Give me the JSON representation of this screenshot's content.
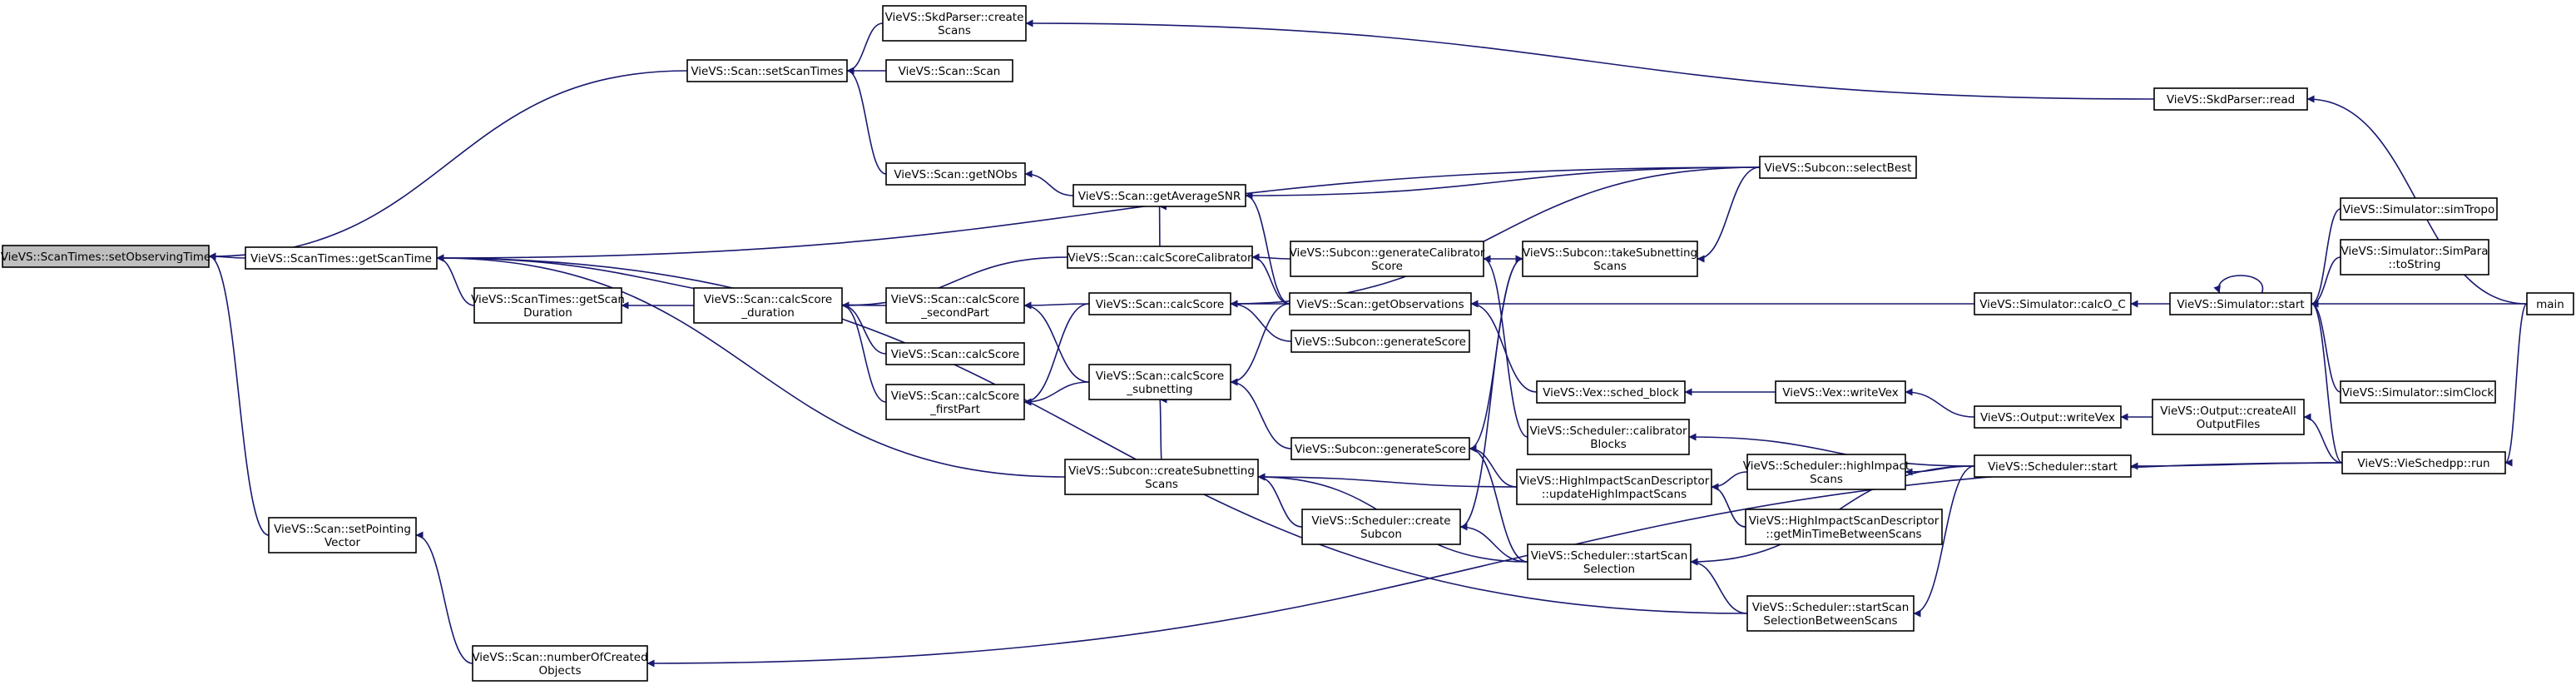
{
  "nodes": [
    {
      "id": "setObservingTime",
      "lines": [
        "VieVS::ScanTimes::setObservingTime"
      ],
      "root": true
    },
    {
      "id": "getScanTime",
      "lines": [
        "VieVS::ScanTimes::getScanTime"
      ]
    },
    {
      "id": "setScanTimes",
      "lines": [
        "VieVS::Scan::setScanTimes"
      ]
    },
    {
      "id": "setPointingVector",
      "lines": [
        "VieVS::Scan::setPointing",
        "Vector"
      ]
    },
    {
      "id": "skdCreateScans",
      "lines": [
        "VieVS::SkdParser::create",
        "Scans"
      ]
    },
    {
      "id": "scanScan",
      "lines": [
        "VieVS::Scan::Scan"
      ]
    },
    {
      "id": "skdRead",
      "lines": [
        "VieVS::SkdParser::read"
      ]
    },
    {
      "id": "getNObs",
      "lines": [
        "VieVS::Scan::getNObs"
      ]
    },
    {
      "id": "getAverageSNR",
      "lines": [
        "VieVS::Scan::getAverageSNR"
      ]
    },
    {
      "id": "selectBest",
      "lines": [
        "VieVS::Subcon::selectBest"
      ]
    },
    {
      "id": "calcScoreCalibrator",
      "lines": [
        "VieVS::Scan::calcScoreCalibrator"
      ]
    },
    {
      "id": "genCalibScore",
      "lines": [
        "VieVS::Subcon::generateCalibrator",
        "Score"
      ]
    },
    {
      "id": "takeSubnetting",
      "lines": [
        "VieVS::Subcon::takeSubnetting",
        "Scans"
      ]
    },
    {
      "id": "calcScoreSecond",
      "lines": [
        "VieVS::Scan::calcScore",
        "_secondPart"
      ]
    },
    {
      "id": "calcScoreMain",
      "lines": [
        "VieVS::Scan::calcScore"
      ]
    },
    {
      "id": "getObservations",
      "lines": [
        "VieVS::Scan::getObservations"
      ]
    },
    {
      "id": "simCalcOC",
      "lines": [
        "VieVS::Simulator::calcO_C"
      ]
    },
    {
      "id": "simStart",
      "lines": [
        "VieVS::Simulator::start"
      ]
    },
    {
      "id": "simTropo",
      "lines": [
        "VieVS::Simulator::simTropo"
      ]
    },
    {
      "id": "simParaToString",
      "lines": [
        "VieVS::Simulator::SimPara",
        "::toString"
      ]
    },
    {
      "id": "mainFn",
      "lines": [
        "main"
      ]
    },
    {
      "id": "getScanDuration",
      "lines": [
        "VieVS::ScanTimes::getScan",
        "Duration"
      ]
    },
    {
      "id": "calcScoreDuration",
      "lines": [
        "VieVS::Scan::calcScore",
        "_duration"
      ]
    },
    {
      "id": "calcScoreLow",
      "lines": [
        "VieVS::Scan::calcScore"
      ]
    },
    {
      "id": "subGenScore",
      "lines": [
        "VieVS::Subcon::generateScore"
      ]
    },
    {
      "id": "vexSchedBlock",
      "lines": [
        "VieVS::Vex::sched_block"
      ]
    },
    {
      "id": "vexWriteVex",
      "lines": [
        "VieVS::Vex::writeVex"
      ]
    },
    {
      "id": "simClock",
      "lines": [
        "VieVS::Simulator::simClock"
      ]
    },
    {
      "id": "calcScoreFirst",
      "lines": [
        "VieVS::Scan::calcScore",
        "_firstPart"
      ]
    },
    {
      "id": "calcScoreSubnet",
      "lines": [
        "VieVS::Scan::calcScore",
        "_subnetting"
      ]
    },
    {
      "id": "schedCalibBlocks",
      "lines": [
        "VieVS::Scheduler::calibrator",
        "Blocks"
      ]
    },
    {
      "id": "outputWriteVex",
      "lines": [
        "VieVS::Output::writeVex"
      ]
    },
    {
      "id": "outputCreateAll",
      "lines": [
        "VieVS::Output::createAll",
        "OutputFiles"
      ]
    },
    {
      "id": "vieSchedRun",
      "lines": [
        "VieVS::VieSchedpp::run"
      ]
    },
    {
      "id": "subGenScore2",
      "lines": [
        "VieVS::Subcon::generateScore"
      ]
    },
    {
      "id": "schedHighImpact",
      "lines": [
        "VieVS::Scheduler::highImpact",
        "Scans"
      ]
    },
    {
      "id": "schedStart",
      "lines": [
        "VieVS::Scheduler::start"
      ]
    },
    {
      "id": "createSubnetting",
      "lines": [
        "VieVS::Subcon::createSubnetting",
        "Scans"
      ]
    },
    {
      "id": "updateHighImpact",
      "lines": [
        "VieVS::HighImpactScanDescriptor",
        "::updateHighImpactScans"
      ]
    },
    {
      "id": "getMinTime",
      "lines": [
        "VieVS::HighImpactScanDescriptor",
        "::getMinTimeBetweenScans"
      ]
    },
    {
      "id": "createSubcon",
      "lines": [
        "VieVS::Scheduler::create",
        "Subcon"
      ]
    },
    {
      "id": "startScanSel",
      "lines": [
        "VieVS::Scheduler::startScan",
        "Selection"
      ]
    },
    {
      "id": "startScanSelBetween",
      "lines": [
        "VieVS::Scheduler::startScan",
        "SelectionBetweenScans"
      ]
    },
    {
      "id": "numberOfCreated",
      "lines": [
        "VieVS::Scan::numberOfCreated",
        "Objects"
      ]
    }
  ],
  "edges": [
    [
      "getScanTime",
      "setObservingTime"
    ],
    [
      "setScanTimes",
      "setObservingTime"
    ],
    [
      "setPointingVector",
      "setObservingTime"
    ],
    [
      "skdCreateScans",
      "setScanTimes"
    ],
    [
      "scanScan",
      "setScanTimes"
    ],
    [
      "getNObs",
      "setScanTimes"
    ],
    [
      "skdRead",
      "skdCreateScans"
    ],
    [
      "mainFn",
      "skdRead"
    ],
    [
      "getAverageSNR",
      "getNObs"
    ],
    [
      "selectBest",
      "getAverageSNR"
    ],
    [
      "calcScoreCalibrator",
      "getAverageSNR"
    ],
    [
      "getObservations",
      "getAverageSNR"
    ],
    [
      "selectBest",
      "getScanTime"
    ],
    [
      "calcScoreSecond",
      "getScanTime"
    ],
    [
      "getScanDuration",
      "getScanTime"
    ],
    [
      "createSubnetting",
      "getScanTime"
    ],
    [
      "startScanSelBetween",
      "getScanTime"
    ],
    [
      "numberOfCreated",
      "setPointingVector"
    ],
    [
      "vieSchedRun",
      "numberOfCreated"
    ],
    [
      "calcScoreDuration",
      "getScanDuration"
    ],
    [
      "calcScoreCalibrator",
      "calcScoreDuration"
    ],
    [
      "calcScoreLow",
      "calcScoreDuration"
    ],
    [
      "calcScoreFirst",
      "calcScoreDuration"
    ],
    [
      "calcScoreMain",
      "calcScoreSecond"
    ],
    [
      "calcScoreSubnet",
      "calcScoreSecond"
    ],
    [
      "calcScoreMain",
      "calcScoreFirst"
    ],
    [
      "calcScoreSubnet",
      "calcScoreFirst"
    ],
    [
      "genCalibScore",
      "calcScoreCalibrator"
    ],
    [
      "getObservations",
      "calcScoreCalibrator"
    ],
    [
      "selectBest",
      "calcScoreMain"
    ],
    [
      "getObservations",
      "calcScoreMain"
    ],
    [
      "subGenScore",
      "calcScoreMain"
    ],
    [
      "getObservations",
      "calcScoreSubnet"
    ],
    [
      "subGenScore2",
      "calcScoreSubnet"
    ],
    [
      "takeSubnetting",
      "genCalibScore"
    ],
    [
      "schedCalibBlocks",
      "genCalibScore"
    ],
    [
      "selectBest",
      "takeSubnetting"
    ],
    [
      "subGenScore2",
      "takeSubnetting"
    ],
    [
      "simCalcOC",
      "getObservations"
    ],
    [
      "vexSchedBlock",
      "getObservations"
    ],
    [
      "simStart",
      "simCalcOC"
    ],
    [
      "simStart",
      "simStart"
    ],
    [
      "simTropo",
      "simStart"
    ],
    [
      "simParaToString",
      "simStart"
    ],
    [
      "simClock",
      "simStart"
    ],
    [
      "vieSchedRun",
      "simStart"
    ],
    [
      "mainFn",
      "simStart"
    ],
    [
      "mainFn",
      "vieSchedRun"
    ],
    [
      "vexWriteVex",
      "vexSchedBlock"
    ],
    [
      "outputWriteVex",
      "vexWriteVex"
    ],
    [
      "outputCreateAll",
      "outputWriteVex"
    ],
    [
      "vieSchedRun",
      "outputCreateAll"
    ],
    [
      "schedStart",
      "schedCalibBlocks"
    ],
    [
      "vieSchedRun",
      "schedStart"
    ],
    [
      "updateHighImpact",
      "subGenScore2"
    ],
    [
      "startScanSel",
      "subGenScore2"
    ],
    [
      "createSubnetting",
      "calcScoreSubnet"
    ],
    [
      "updateHighImpact",
      "createSubnetting"
    ],
    [
      "createSubcon",
      "createSubnetting"
    ],
    [
      "startScanSel",
      "createSubnetting"
    ],
    [
      "schedHighImpact",
      "updateHighImpact"
    ],
    [
      "getMinTime",
      "updateHighImpact"
    ],
    [
      "schedStart",
      "schedHighImpact"
    ],
    [
      "createSubcon",
      "takeSubnetting"
    ],
    [
      "startScanSel",
      "createSubcon"
    ],
    [
      "schedStart",
      "startScanSel"
    ],
    [
      "startScanSelBetween",
      "startScanSel"
    ],
    [
      "schedStart",
      "startScanSelBetween"
    ]
  ]
}
